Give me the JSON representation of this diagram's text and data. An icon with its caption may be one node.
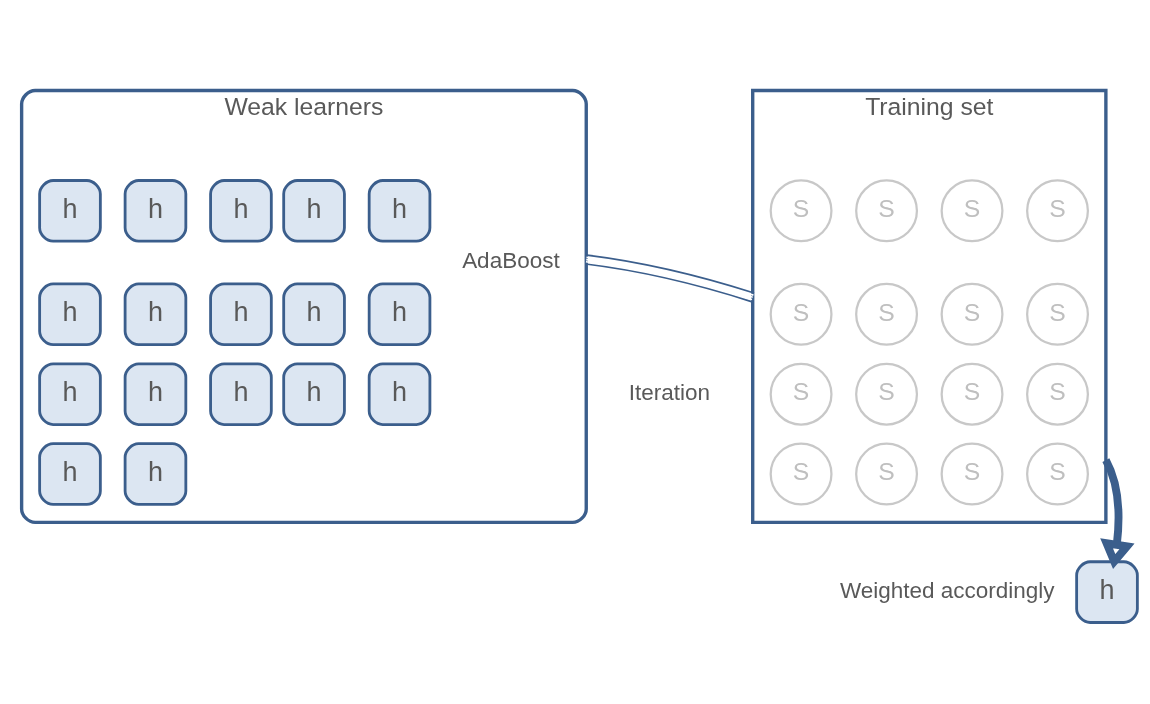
{
  "diagram": {
    "nodes": [
      {
        "text": [
          "Weak learners"
        ]
      },
      {
        "text": [
          "h"
        ],
        "in": 0
      },
      {
        "text": [
          "h"
        ],
        "in": 0
      },
      {
        "text": [
          "h"
        ],
        "in": 0
      },
      {
        "text": [
          "h"
        ],
        "in": 0
      },
      {
        "text": [
          "h"
        ],
        "in": 0
      },
      {
        "text": [
          "h"
        ],
        "in": 0
      },
      {
        "text": [
          "h"
        ],
        "in": 0
      },
      {
        "text": [
          "h"
        ],
        "in": 0
      },
      {
        "text": [
          "h"
        ],
        "in": 0
      },
      {
        "text": [
          "h"
        ],
        "in": 0
      },
      {
        "text": [
          "h"
        ],
        "in": 0
      },
      {
        "text": [
          "h"
        ],
        "in": 0
      },
      {
        "text": [
          "h"
        ],
        "in": 0
      },
      {
        "text": [
          "h"
        ],
        "in": 0
      },
      {
        "text": [
          "h"
        ],
        "in": 0
      },
      {
        "text": [
          "h"
        ],
        "in": 0
      },
      {
        "text": [
          "h"
        ],
        "in": 0
      },
      {
        "text": [
          "Training set"
        ]
      },
      {
        "text": [
          "S"
        ],
        "in": 18
      },
      {
        "text": [
          "S"
        ],
        "in": 18
      },
      {
        "text": [
          "S"
        ],
        "in": 18
      },
      {
        "text": [
          "S"
        ],
        "in": 18
      },
      {
        "text": [
          "S"
        ],
        "in": 18
      },
      {
        "text": [
          "S"
        ],
        "in": 18
      },
      {
        "text": [
          "S"
        ],
        "in": 18
      },
      {
        "text": [
          "S"
        ],
        "in": 18
      },
      {
        "text": [
          "S"
        ],
        "in": 18
      },
      {
        "text": [
          "S"
        ],
        "in": 18
      },
      {
        "text": [
          "S"
        ],
        "in": 18
      },
      {
        "text": [
          "S"
        ],
        "in": 18
      },
      {
        "text": [
          "S"
        ],
        "in": 18
      },
      {
        "text": [
          "S"
        ],
        "in": 18
      },
      {
        "text": [
          "S"
        ],
        "in": 18
      },
      {
        "text": [
          "S"
        ],
        "in": 18
      },
      {
        "text": [
          "h"
        ],
        "beside": [
          "Weighted accordingly"
        ]
      }
    ],
    "edges": [
      {
        "from": 0,
        "to": 18,
        "arrow": "none",
        "label": "AdaBoost"
      },
      {
        "from": 18,
        "to": 35,
        "arrow": "to",
        "style": "thick"
      }
    ],
    "labels": [
      "Iteration"
    ]
  }
}
